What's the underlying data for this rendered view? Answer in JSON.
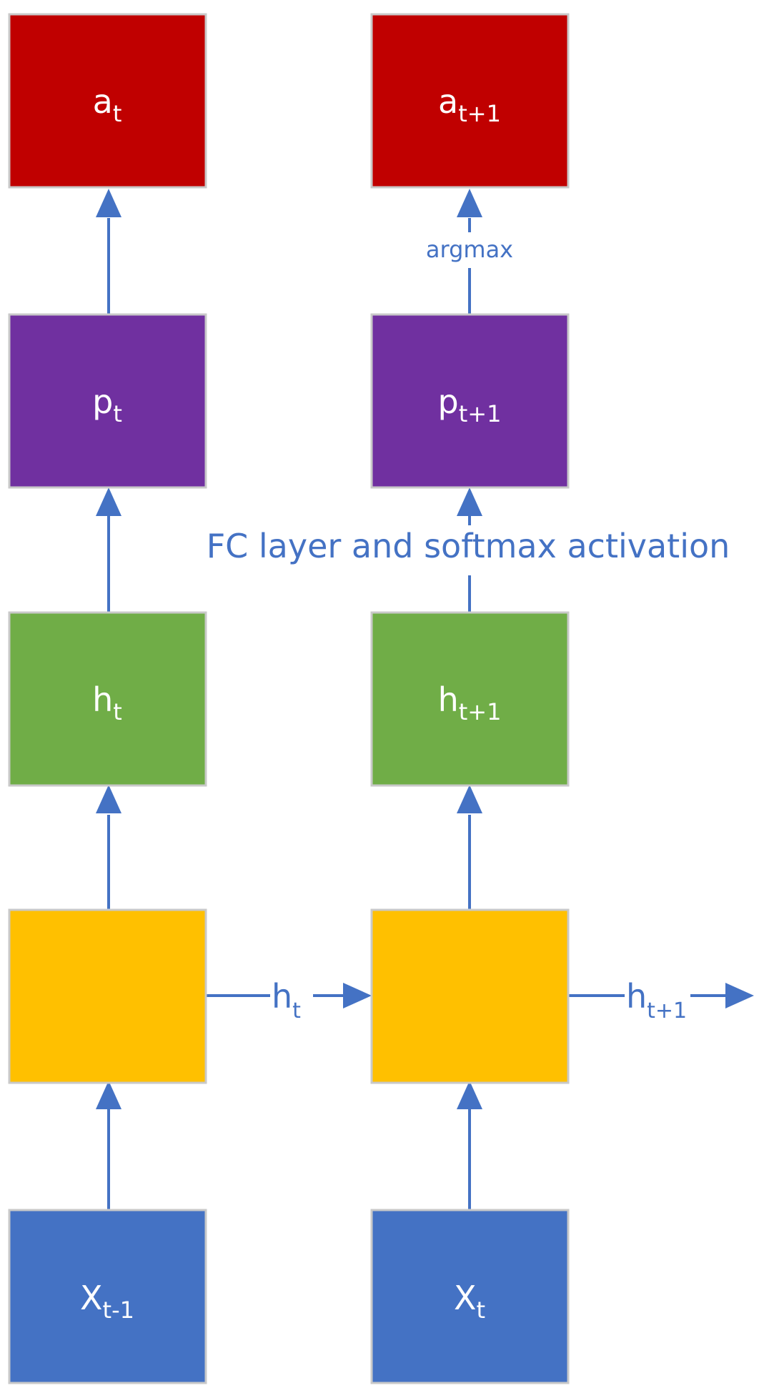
{
  "colors": {
    "output": "#c00000",
    "probability": "#7030a0",
    "hidden": "#70ad47",
    "cell": "#ffc000",
    "input": "#4472c4",
    "arrow": "#4472c4"
  },
  "nodes": {
    "a_t": {
      "base": "a",
      "sub": "t"
    },
    "a_t1": {
      "base": "a",
      "sub": "t+1"
    },
    "p_t": {
      "base": "p",
      "sub": "t"
    },
    "p_t1": {
      "base": "p",
      "sub": "t+1"
    },
    "h_t": {
      "base": "h",
      "sub": "t"
    },
    "h_t1": {
      "base": "h",
      "sub": "t+1"
    },
    "x_t0": {
      "base": "X",
      "sub": "t-1"
    },
    "x_t1": {
      "base": "X",
      "sub": "t"
    }
  },
  "edge_labels": {
    "argmax": "argmax",
    "fc_softmax": "FC layer and softmax activation",
    "hidden_state_1": {
      "base": "h",
      "sub": "t"
    },
    "hidden_state_2": {
      "base": "h",
      "sub": "t+1"
    }
  }
}
